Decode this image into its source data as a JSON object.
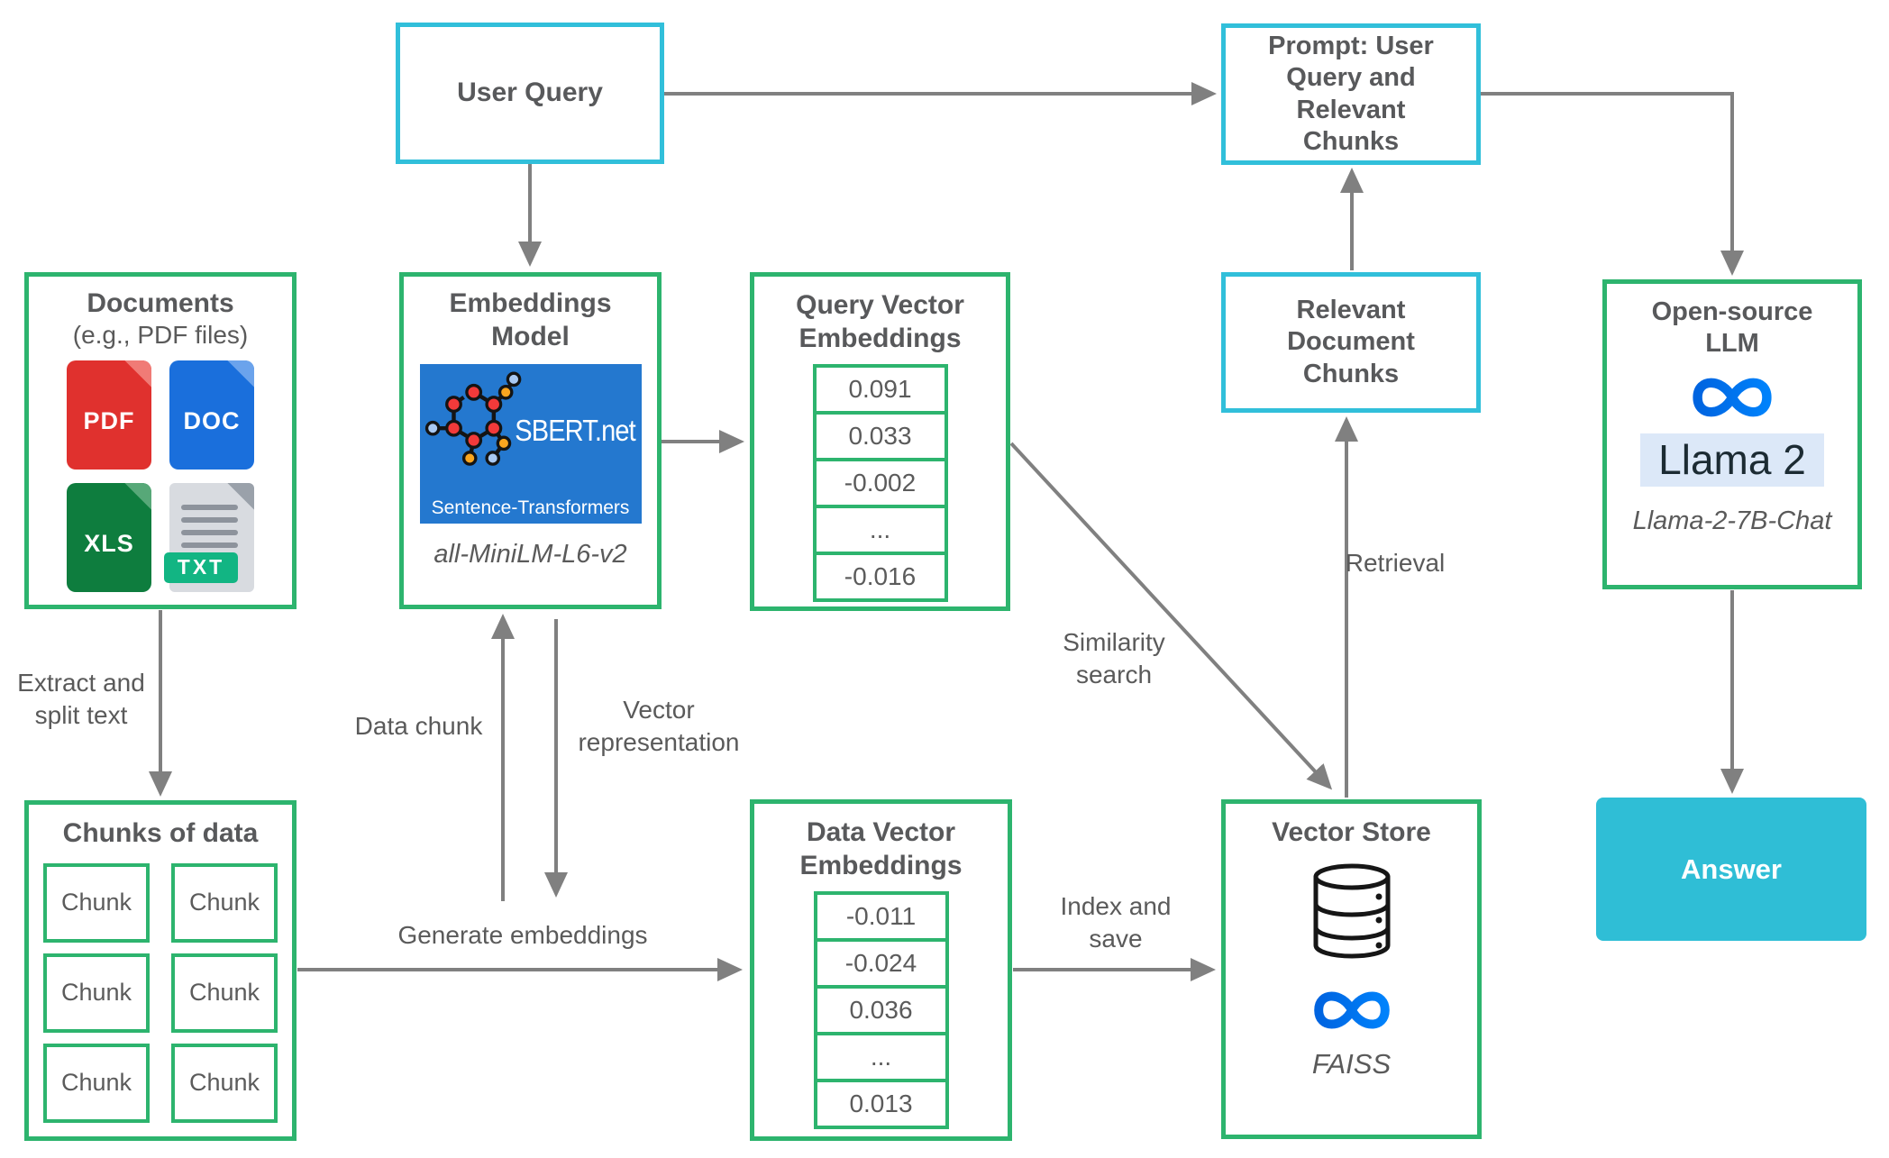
{
  "colors": {
    "box_green": "#2db46e",
    "box_cyan": "#31bfda",
    "answer_fill": "#2fbed6",
    "text_gray": "#58595b",
    "arrow_gray": "#808080",
    "sbert_blue": "#2478cf",
    "meta_gradient_start": "#0064e0",
    "meta_gradient_end": "#0082fb",
    "llama_highlight": "#dce8f8",
    "llama_text": "#1c2b33",
    "pdf_red": "#e0312e",
    "doc_blue": "#1a6fdc",
    "xls_green": "#0e7d3e",
    "txt_teal": "#12b583"
  },
  "nodes": {
    "user_query": {
      "label": "User Query"
    },
    "prompt": {
      "label": "Prompt: User Query and Relevant Chunks"
    },
    "documents": {
      "title": "Documents",
      "subtitle": "(e.g., PDF files)",
      "file_types": [
        "PDF",
        "DOC",
        "XLS",
        "TXT"
      ]
    },
    "embeddings_model": {
      "title": "Embeddings Model",
      "logo_title": "SBERT.net",
      "logo_subtitle": "Sentence-Transformers",
      "model_name": "all-MiniLM-L6-v2"
    },
    "query_vector_embeddings": {
      "title": "Query Vector Embeddings",
      "values": [
        "0.091",
        "0.033",
        "-0.002",
        "...",
        "-0.016"
      ]
    },
    "relevant_document_chunks": {
      "label": "Relevant Document Chunks"
    },
    "open_source_llm": {
      "title": "Open-source LLM",
      "product": "Llama 2",
      "model_name": "Llama-2-7B-Chat"
    },
    "chunks_of_data": {
      "title": "Chunks of data",
      "chunk_label": "Chunk",
      "chunk_count": 6
    },
    "data_vector_embeddings": {
      "title": "Data Vector Embeddings",
      "values": [
        "-0.011",
        "-0.024",
        "0.036",
        "...",
        "0.013"
      ]
    },
    "vector_store": {
      "title": "Vector Store",
      "engine": "FAISS"
    },
    "answer": {
      "label": "Answer"
    }
  },
  "edge_labels": {
    "extract_split": "Extract and split text",
    "data_chunk": "Data chunk",
    "vector_representation": "Vector representation",
    "generate_embeddings": "Generate embeddings",
    "similarity_search": "Similarity search",
    "retrieval": "Retrieval",
    "index_save": "Index and save"
  }
}
